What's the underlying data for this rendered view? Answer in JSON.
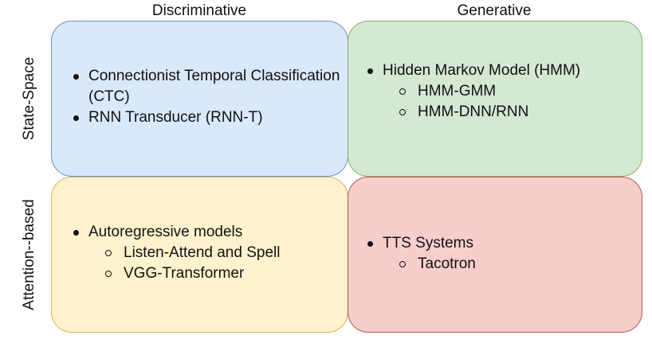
{
  "columns": [
    "Discriminative",
    "Generative"
  ],
  "rows": [
    "State-Space",
    "Attention--based"
  ],
  "colors": {
    "state_space_discriminative": {
      "fill": "#dae8fc",
      "border": "#6c8ebf"
    },
    "state_space_generative": {
      "fill": "#d5e8d4",
      "border": "#82b366"
    },
    "attention_discriminative": {
      "fill": "#fff2cc",
      "border": "#d6b656"
    },
    "attention_generative": {
      "fill": "#f8cecc",
      "border": "#b85450"
    }
  },
  "cells": [
    [
      {
        "color_key": "state_space_discriminative",
        "items": [
          {
            "text": "Connectionist Temporal Classification (CTC)",
            "subitems": []
          },
          {
            "text": "RNN Transducer (RNN-T)",
            "subitems": []
          }
        ]
      },
      {
        "color_key": "state_space_generative",
        "items": [
          {
            "text": "Hidden Markov Model (HMM)",
            "subitems": [
              "HMM-GMM",
              "HMM-DNN/RNN"
            ]
          }
        ]
      }
    ],
    [
      {
        "color_key": "attention_discriminative",
        "items": [
          {
            "text": "Autoregressive models",
            "subitems": [
              "Listen-Attend and Spell",
              "VGG-Transformer"
            ]
          }
        ]
      },
      {
        "color_key": "attention_generative",
        "items": [
          {
            "text": "TTS Systems",
            "subitems": [
              "Tacotron"
            ]
          }
        ]
      }
    ]
  ]
}
